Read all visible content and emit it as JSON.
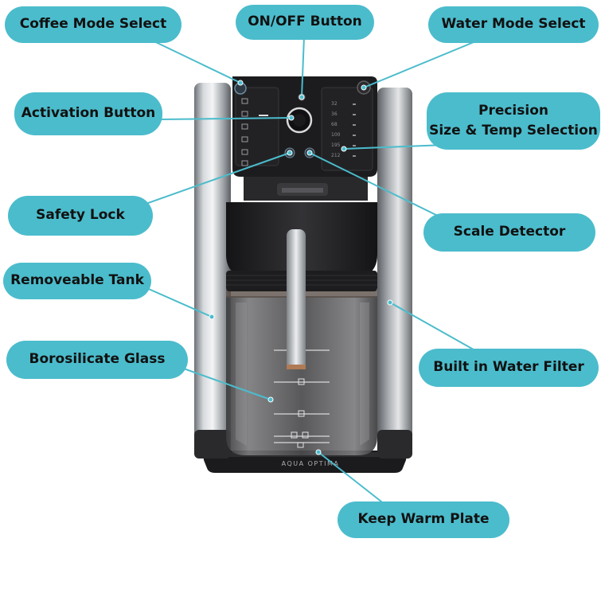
{
  "callouts": [
    {
      "id": "coffee-mode",
      "label": "Coffee Mode Select"
    },
    {
      "id": "on-off",
      "label": "ON/OFF Button"
    },
    {
      "id": "water-mode",
      "label": "Water Mode Select"
    },
    {
      "id": "activation",
      "label": "Activation Button"
    },
    {
      "id": "precision",
      "label": "Precision\nSize & Temp Selection"
    },
    {
      "id": "safety-lock",
      "label": "Safety Lock"
    },
    {
      "id": "scale-detector",
      "label": "Scale Detector"
    },
    {
      "id": "removeable-tank",
      "label": "Removeable Tank"
    },
    {
      "id": "built-in-filter",
      "label": "Built in Water Filter"
    },
    {
      "id": "borosilicate",
      "label": "Borosilicate Glass"
    },
    {
      "id": "keep-warm",
      "label": "Keep Warm Plate"
    }
  ],
  "brand": "AQUA OPTIMA",
  "panel_numbers": [
    "32",
    "36",
    "68",
    "100",
    "195",
    "212"
  ],
  "colors": {
    "callout": "#4bbccc",
    "leader": "#4bbccc",
    "steel": "#b8bcc0",
    "panel": "#1c1c1e"
  }
}
